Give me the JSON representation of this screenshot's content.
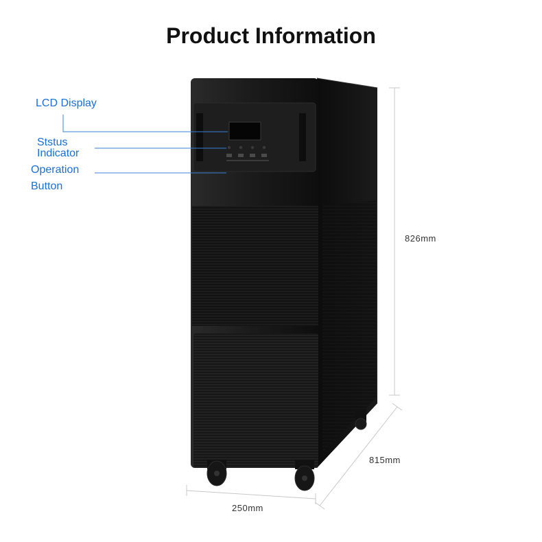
{
  "title": "Product Information",
  "callouts": {
    "lcd": "LCD Display",
    "status_line1": "Ststus",
    "status_line2": "Indicator",
    "operation_line1": "Operation",
    "operation_line2": "Button"
  },
  "dimensions": {
    "height": "826mm",
    "depth": "815mm",
    "width": "250mm"
  },
  "colors": {
    "callout_text": "#1a6fd6",
    "body": "#151515",
    "title": "#111111"
  }
}
